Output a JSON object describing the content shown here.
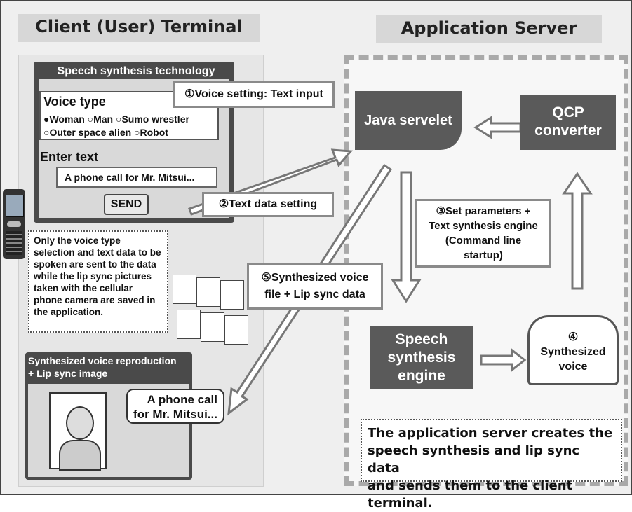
{
  "headers": {
    "client": "Client (User) Terminal",
    "server": "Application Server"
  },
  "client_app": {
    "title": "Speech synthesis technology",
    "voice_type_label": "Voice type",
    "voice_options_line1": "●Woman ○Man ○Sumo wrestler",
    "voice_options_line2": "○Outer space alien ○Robot",
    "enter_text_label": "Enter text",
    "text_value": "A phone call for Mr. Mitsui...",
    "send_label": "SEND"
  },
  "steps": {
    "step1": "①Voice setting: Text input",
    "step2": "②Text data setting",
    "step3_line1": "③Set parameters +",
    "step3_line2": "Text synthesis engine",
    "step3_line3": "(Command line",
    "step3_line4": "startup)",
    "step5_line1": "⑤Synthesized voice",
    "step5_line2": "file + Lip sync data"
  },
  "client_note": "Only the voice type selection and text data to be spoken are sent to the data while the lip sync pictures taken with the cellular phone camera are saved in the application.",
  "reproduction": {
    "title_line1": "Synthesized voice reproduction",
    "title_line2": "+ Lip sync image",
    "speech_line1": "A phone call",
    "speech_line2": "for Mr. Mitsui..."
  },
  "server": {
    "java_servlet": "Java servelet",
    "qcp_line1": "QCP",
    "qcp_line2": "converter",
    "engine_line1": "Speech",
    "engine_line2": "synthesis",
    "engine_line3": "engine",
    "voice_db_line1": "④",
    "voice_db_line2": "Synthesized",
    "voice_db_line3": "voice",
    "note_line1": "The application server creates the",
    "note_line2": "speech synthesis and lip sync data",
    "note_line3": "and sends them to the client terminal."
  },
  "colors": {
    "dark_box": "#5a5a5a",
    "panel_header": "#d7d7d7",
    "server_border": "#a9a9a9"
  }
}
